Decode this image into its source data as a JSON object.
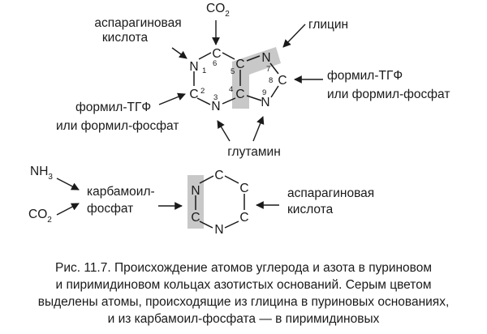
{
  "purine": {
    "atoms": {
      "n1": "N",
      "c2": "C",
      "n3": "N",
      "c4": "C",
      "c5": "C",
      "c6": "C",
      "n7": "N",
      "c8": "C",
      "n9": "N"
    },
    "positions": {
      "n1": "1",
      "c2": "2",
      "n3": "3",
      "c4": "4",
      "c5": "5",
      "c6": "6",
      "n7": "7",
      "c8": "8",
      "n9": "9"
    },
    "sources": {
      "co2_main": "CO",
      "co2_sub": "2",
      "aspartate": [
        "аспарагиновая",
        "кислота"
      ],
      "glycine": "глицин",
      "formyl_left": [
        "формил-ТГФ",
        "или формил-фосфат"
      ],
      "formyl_right": [
        "формил-ТГФ",
        "или формил-фосфат"
      ],
      "glutamine": "глутамин"
    }
  },
  "pyrimidine": {
    "atoms": {
      "n_left": "N",
      "c_top": "C",
      "c_right_top": "C",
      "c_right_bottom": "C",
      "n_bottom": "N",
      "c_left_bottom": "C"
    },
    "sources": {
      "nh3_main": "NH",
      "nh3_sub": "3",
      "co2_main": "CO",
      "co2_sub": "2",
      "carbamoyl": [
        "карбамоил-",
        "фосфат"
      ],
      "aspartate": [
        "аспарагиновая",
        "кислота"
      ]
    }
  },
  "colors": {
    "highlight": "#c8c8c8",
    "ink": "#1a1a1a"
  },
  "caption": {
    "label": "Рис. 11.7.",
    "line1": " Происхождение атомов углерода и азота в пуриновом",
    "line2": "и пиримидиновом кольцах азотистых оснований. Серым цветом",
    "line3": "выделены атомы, происходящие из глицина в пуриновых основаниях,",
    "line4": "и из карбамоил-фосфата — в пиримидиновых"
  }
}
